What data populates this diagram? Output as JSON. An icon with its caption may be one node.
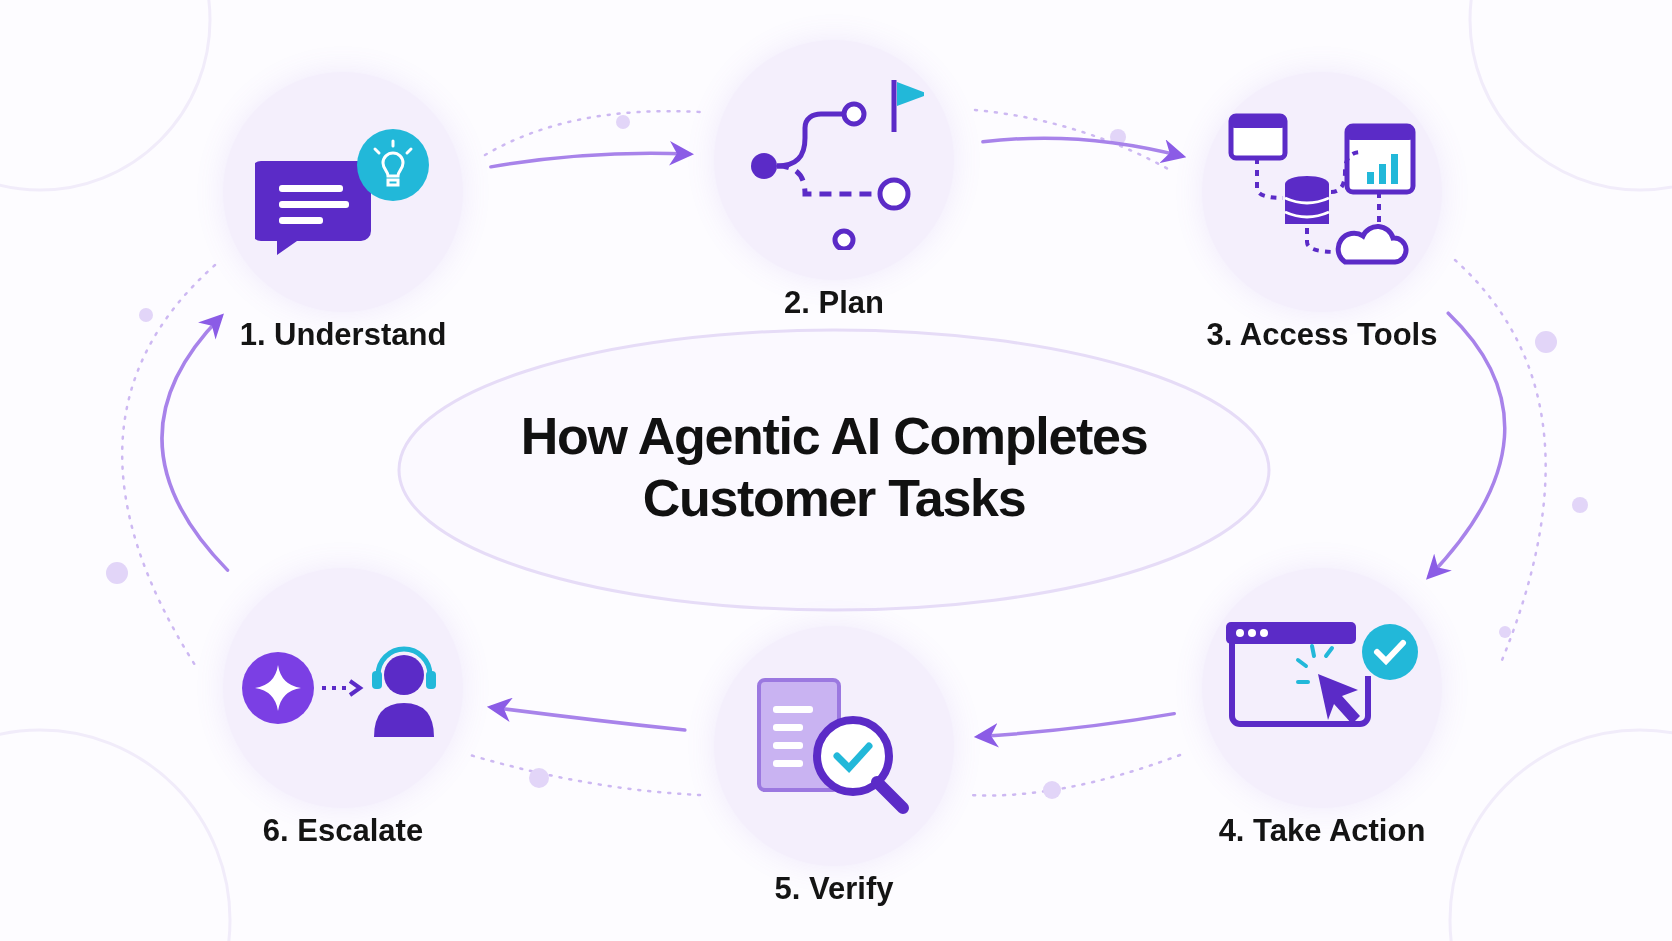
{
  "diagram": {
    "title": "How Agentic AI Completes Customer Tasks",
    "nodes": [
      {
        "text": [
          "1. Understand"
        ]
      },
      {
        "text": [
          "2. Plan"
        ]
      },
      {
        "text": [
          "3. Access Tools"
        ]
      },
      {
        "text": [
          "4. Take Action"
        ]
      },
      {
        "text": [
          "5. Verify"
        ]
      },
      {
        "text": [
          "6. Escalate"
        ]
      }
    ],
    "edges": [
      {
        "from": 0,
        "to": 1,
        "arrow": "to"
      },
      {
        "from": 1,
        "to": 2,
        "arrow": "to"
      },
      {
        "from": 2,
        "to": 3,
        "arrow": "to"
      },
      {
        "from": 3,
        "to": 4,
        "arrow": "to"
      },
      {
        "from": 4,
        "to": 5,
        "arrow": "to"
      },
      {
        "from": 5,
        "to": 0,
        "arrow": "to"
      }
    ]
  }
}
